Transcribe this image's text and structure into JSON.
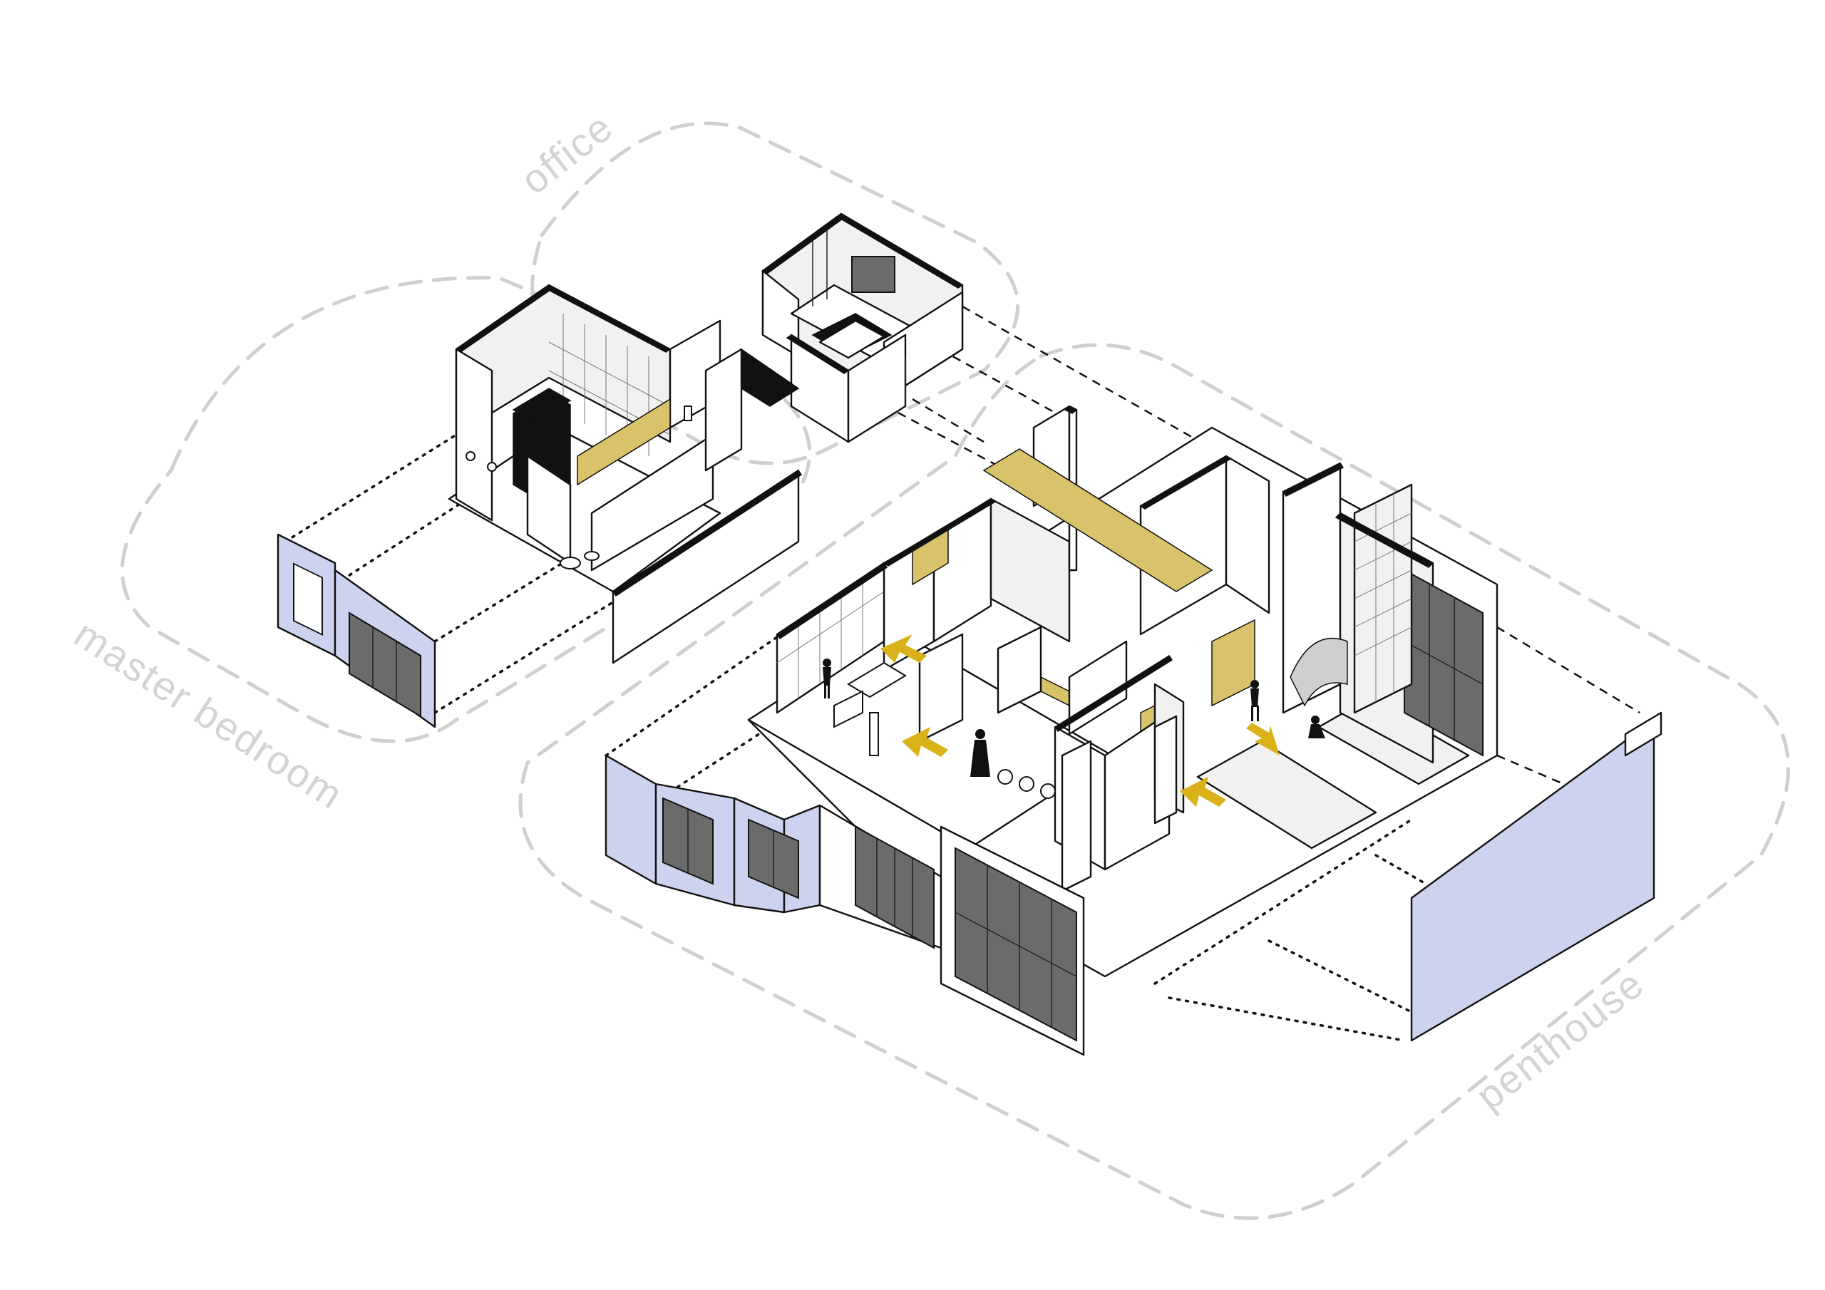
{
  "labels": {
    "office": "office",
    "master_bedroom": "master bedroom",
    "penthouse": "penthouse"
  },
  "colors": {
    "zone_outline": "#cfcfcf",
    "facade_blue": "#cdd3ee",
    "accent_yellow": "#d8c36a",
    "arrow_yellow": "#d9b21a",
    "window_grey": "#6b6b6b",
    "ink": "#111111"
  },
  "icons": [
    "flow-arrow-icon",
    "person-figure-icon"
  ]
}
